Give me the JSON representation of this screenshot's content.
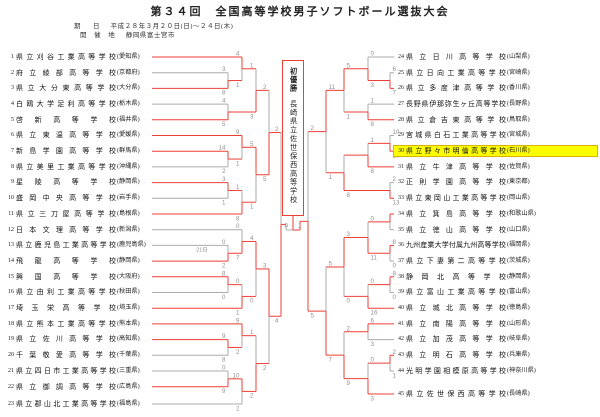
{
  "title": "第３４回　全国高等学校男子ソフトボール選抜大会",
  "meta": {
    "date_label": "期　日",
    "date_value": "平成２８年３月２０日(日)～２４日(木)",
    "venue_label": "開 催 地",
    "venue_value": "静岡県富士宮市"
  },
  "champion": {
    "result_label": "初優勝",
    "school": "長崎県立佐世保西高等学校"
  },
  "colors": {
    "line": "#ababab",
    "winner_path": "#ee3f35",
    "highlight": "#ffff00",
    "score_text": "#8f8f8f",
    "note_text": "#8f8f8f"
  },
  "teams": [
    {
      "seed": "1",
      "name": "県立刈谷工業高等学校",
      "pref": "(愛知県)",
      "highlighted": false
    },
    {
      "seed": "2",
      "name": "府立綾部高等学校",
      "pref": "(京都府)",
      "highlighted": false
    },
    {
      "seed": "3",
      "name": "県立大分東高等学校",
      "pref": "(大分県)",
      "highlighted": false
    },
    {
      "seed": "4",
      "name": "白鴎大学足利高等学校",
      "pref": "(栃木県)",
      "highlighted": false
    },
    {
      "seed": "5",
      "name": "啓新高等学校",
      "pref": "(福井県)",
      "highlighted": false
    },
    {
      "seed": "6",
      "name": "県立東温高等学校",
      "pref": "(愛媛県)",
      "highlighted": false
    },
    {
      "seed": "7",
      "name": "新島学園高等学校",
      "pref": "(群馬県)",
      "highlighted": false
    },
    {
      "seed": "8",
      "name": "県立美里工業高等学校",
      "pref": "(沖縄県)",
      "highlighted": false
    },
    {
      "seed": "9",
      "name": "星陵高等学校",
      "pref": "(静岡県)",
      "highlighted": false
    },
    {
      "seed": "10",
      "name": "盛岡中央高等学校",
      "pref": "(岩手県)",
      "highlighted": false
    },
    {
      "seed": "11",
      "name": "県立三刀屋高等学校",
      "pref": "(島根県)",
      "highlighted": false
    },
    {
      "seed": "12",
      "name": "日本文理高等学校",
      "pref": "(新潟県)",
      "highlighted": false
    },
    {
      "seed": "13",
      "name": "県立鹿児島工業高等学校",
      "pref": "(鹿児島県)",
      "highlighted": false
    },
    {
      "seed": "14",
      "name": "飛龍高等学校",
      "pref": "(静岡県)",
      "highlighted": false
    },
    {
      "seed": "15",
      "name": "興国高等学校",
      "pref": "(大阪府)",
      "highlighted": false
    },
    {
      "seed": "16",
      "name": "県立由利工業高等学校",
      "pref": "(秋田県)",
      "highlighted": false
    },
    {
      "seed": "17",
      "name": "埼玉栄高等学校",
      "pref": "(埼玉県)",
      "highlighted": false
    },
    {
      "seed": "18",
      "name": "県立熊本工業高等学校",
      "pref": "(熊本県)",
      "highlighted": false
    },
    {
      "seed": "19",
      "name": "県立佐川高等学校",
      "pref": "(高知県)",
      "highlighted": false
    },
    {
      "seed": "20",
      "name": "千葉敬愛高等学校",
      "pref": "(千葉県)",
      "highlighted": false
    },
    {
      "seed": "21",
      "name": "県立四日市工業高等学校",
      "pref": "(三重県)",
      "highlighted": false
    },
    {
      "seed": "22",
      "name": "県立御調高等学校",
      "pref": "(広島県)",
      "highlighted": false
    },
    {
      "seed": "23",
      "name": "県立郡山北工業高等学校",
      "pref": "(福島県)",
      "highlighted": false
    },
    {
      "seed": "24",
      "name": "県立日川高等学校",
      "pref": "(山梨県)",
      "highlighted": false
    },
    {
      "seed": "25",
      "name": "県立日向工業高等学校",
      "pref": "(宮崎県)",
      "highlighted": false
    },
    {
      "seed": "26",
      "name": "県立多度津高等学校",
      "pref": "(香川県)",
      "highlighted": false
    },
    {
      "seed": "27",
      "name": "長野県伊那弥生ヶ丘高等学校",
      "pref": "(長野県)",
      "highlighted": false
    },
    {
      "seed": "28",
      "name": "県立倉吉東高等学校",
      "pref": "(鳥取県)",
      "highlighted": false
    },
    {
      "seed": "29",
      "name": "宮城県白石工業高等学校",
      "pref": "(宮城県)",
      "highlighted": false
    },
    {
      "seed": "30",
      "name": "県立野々市明倫高等学校",
      "pref": "(石川県)",
      "highlighted": true
    },
    {
      "seed": "31",
      "name": "県立牛津高等学校",
      "pref": "(佐賀県)",
      "highlighted": false
    },
    {
      "seed": "32",
      "name": "正則学園高等学校",
      "pref": "(東京都)",
      "highlighted": false
    },
    {
      "seed": "33",
      "name": "県立東岡山工業高等学校",
      "pref": "(岡山県)",
      "highlighted": false
    },
    {
      "seed": "34",
      "name": "県立箕島高等学校",
      "pref": "(和歌山県)",
      "highlighted": false
    },
    {
      "seed": "35",
      "name": "県立徳山高等学校",
      "pref": "(山口県)",
      "highlighted": false
    },
    {
      "seed": "36",
      "name": "九州産業大学付属九州高等学校",
      "pref": "(福岡県)",
      "highlighted": false
    },
    {
      "seed": "37",
      "name": "県立下妻第二高等学校",
      "pref": "(茨城県)",
      "highlighted": false
    },
    {
      "seed": "38",
      "name": "静岡北高等学校",
      "pref": "(静岡県)",
      "highlighted": false
    },
    {
      "seed": "39",
      "name": "県立富山工業高等学校",
      "pref": "(富山県)",
      "highlighted": false
    },
    {
      "seed": "40",
      "name": "県立城北高等学校",
      "pref": "(徳島県)",
      "highlighted": false
    },
    {
      "seed": "41",
      "name": "県立南陽高等学校",
      "pref": "(山形県)",
      "highlighted": false
    },
    {
      "seed": "42",
      "name": "県立加茂高等学校",
      "pref": "(岐阜県)",
      "highlighted": false
    },
    {
      "seed": "43",
      "name": "県立明石高等学校",
      "pref": "(兵庫県)",
      "highlighted": false
    },
    {
      "seed": "44",
      "name": "光明学園相模原高等学校",
      "pref": "(神奈川県)",
      "highlighted": false
    },
    {
      "seed": "45",
      "name": "県立佐世保西高等学校",
      "pref": "(長崎県)",
      "highlighted": false
    }
  ],
  "matches": [
    {
      "id": "L1",
      "side": "L",
      "round": "r1",
      "top": "t2",
      "bottom": "t3",
      "s_top": "3",
      "s_bottom": "8",
      "winner": "bottom"
    },
    {
      "id": "L2",
      "side": "L",
      "round": "r1",
      "top": "t4",
      "bottom": "t5",
      "s_top": "4",
      "s_bottom": "5",
      "winner": "bottom"
    },
    {
      "id": "L3",
      "side": "L",
      "round": "r1",
      "top": "t7",
      "bottom": "t8",
      "s_top": "14",
      "s_bottom": "2",
      "winner": "top"
    },
    {
      "id": "L4",
      "side": "L",
      "round": "r1",
      "top": "t9",
      "bottom": "t10",
      "s_top": "3",
      "s_bottom": "1",
      "winner": "top"
    },
    {
      "id": "L5",
      "side": "L",
      "round": "r1",
      "top": "t13",
      "bottom": "t14",
      "s_top": "0",
      "s_bottom": "2",
      "winner": "bottom",
      "note": "21日"
    },
    {
      "id": "L6",
      "side": "L",
      "round": "r1",
      "top": "t15",
      "bottom": "t16",
      "s_top": "8",
      "s_bottom": "0",
      "winner": "top"
    },
    {
      "id": "L7",
      "side": "L",
      "round": "r1",
      "top": "t19",
      "bottom": "t20",
      "s_top": "9",
      "s_bottom": "8",
      "winner": "top"
    },
    {
      "id": "L8",
      "side": "L",
      "round": "r1",
      "top": "t21",
      "bottom": "t22",
      "s_top": "0",
      "s_bottom": "9",
      "winner": "bottom"
    },
    {
      "id": "L9",
      "side": "L",
      "round": "r2",
      "top": "t1",
      "bottom": "L1",
      "s_top": "4",
      "s_bottom": "1",
      "winner": "top"
    },
    {
      "id": "L10",
      "side": "L",
      "round": "r2",
      "top": "t6",
      "bottom": "L3",
      "s_top": "9",
      "s_bottom": "1",
      "winner": "top"
    },
    {
      "id": "L11",
      "side": "L",
      "round": "r2",
      "top": "L4",
      "bottom": "t11",
      "s_top": "1",
      "s_bottom": "8",
      "winner": "bottom"
    },
    {
      "id": "L12",
      "side": "L",
      "round": "r2",
      "top": "t12",
      "bottom": "L5",
      "s_top": "0",
      "s_bottom": "7",
      "winner": "bottom"
    },
    {
      "id": "L13",
      "side": "L",
      "round": "r2",
      "top": "L6",
      "bottom": "t17",
      "s_top": "0",
      "s_bottom": "1",
      "winner": "bottom"
    },
    {
      "id": "L14",
      "side": "L",
      "round": "r2",
      "top": "t18",
      "bottom": "L7",
      "s_top": "9",
      "s_bottom": "2",
      "winner": "top"
    },
    {
      "id": "L15",
      "side": "L",
      "round": "r2",
      "top": "L8",
      "bottom": "t23",
      "s_top": "10",
      "s_bottom": "2",
      "winner": "top"
    },
    {
      "id": "L16",
      "side": "L",
      "round": "qf",
      "top": "L9",
      "bottom": "L2",
      "s_top": "1",
      "s_bottom": "3",
      "winner": "bottom"
    },
    {
      "id": "L17",
      "side": "L",
      "round": "qf",
      "top": "L10",
      "bottom": "L11",
      "s_top": "5",
      "s_bottom": "1",
      "winner": "top"
    },
    {
      "id": "L18",
      "side": "L",
      "round": "qf",
      "top": "L12",
      "bottom": "L13",
      "s_top": "4",
      "s_bottom": "0",
      "winner": "top"
    },
    {
      "id": "L19",
      "side": "L",
      "round": "qf",
      "top": "L14",
      "bottom": "L15",
      "s_top": "1",
      "s_bottom": "2",
      "winner": "bottom"
    },
    {
      "id": "L20",
      "side": "L",
      "round": "sf",
      "top": "L16",
      "bottom": "L17",
      "s_top": "2",
      "s_bottom": "5",
      "winner": "bottom"
    },
    {
      "id": "L21",
      "side": "L",
      "round": "sf",
      "top": "L18",
      "bottom": "L19",
      "s_top": "3",
      "s_bottom": "2",
      "winner": "top"
    },
    {
      "id": "L22",
      "side": "L",
      "round": "hf",
      "top": "L20",
      "bottom": "L21",
      "s_top": "2",
      "s_bottom": "4",
      "winner": "bottom"
    },
    {
      "id": "M1",
      "side": "R",
      "round": "r1",
      "top": "t25",
      "bottom": "t26",
      "s_top": "6",
      "s_bottom": "7",
      "winner": "bottom"
    },
    {
      "id": "M2",
      "side": "R",
      "round": "r1",
      "top": "t29",
      "bottom": "t30",
      "s_top": "10",
      "s_bottom": "16",
      "winner": "bottom"
    },
    {
      "id": "M3",
      "side": "R",
      "round": "r1",
      "top": "t32",
      "bottom": "t33",
      "s_top": "2",
      "s_bottom": "13",
      "winner": "bottom"
    },
    {
      "id": "M4",
      "side": "R",
      "round": "r1",
      "top": "t34",
      "bottom": "t35",
      "s_top": "",
      "s_bottom": "",
      "winner": "top"
    },
    {
      "id": "M5",
      "side": "R",
      "round": "r1",
      "top": "t36",
      "bottom": "t37",
      "s_top": "8",
      "s_bottom": "0",
      "winner": "top"
    },
    {
      "id": "M6",
      "side": "R",
      "round": "r1",
      "top": "t38",
      "bottom": "t39",
      "s_top": "8",
      "s_bottom": "0",
      "winner": "top"
    },
    {
      "id": "M7",
      "side": "R",
      "round": "r1",
      "top": "t43",
      "bottom": "t44",
      "s_top": "2",
      "s_bottom": "1",
      "winner": "top"
    },
    {
      "id": "R9",
      "side": "R",
      "round": "r2",
      "top": "t24",
      "bottom": "M1",
      "s_top": "0",
      "s_bottom": "3",
      "winner": "bottom"
    },
    {
      "id": "R10",
      "side": "R",
      "round": "r2",
      "top": "t27",
      "bottom": "t28",
      "s_top": "1",
      "s_bottom": "8",
      "winner": "bottom"
    },
    {
      "id": "R11",
      "side": "R",
      "round": "r2",
      "top": "M2",
      "bottom": "t31",
      "s_top": "1",
      "s_bottom": "8",
      "winner": "bottom"
    },
    {
      "id": "R12",
      "side": "R",
      "round": "r2",
      "top": "M4",
      "bottom": "M5",
      "s_top": "0",
      "s_bottom": "11",
      "winner": "bottom"
    },
    {
      "id": "R13",
      "side": "R",
      "round": "r2",
      "top": "M6",
      "bottom": "t40",
      "s_top": "0",
      "s_bottom": "16",
      "winner": "bottom"
    },
    {
      "id": "R14",
      "side": "R",
      "round": "r2",
      "top": "t41",
      "bottom": "t42",
      "s_top": "6",
      "s_bottom": "3",
      "winner": "top"
    },
    {
      "id": "R15",
      "side": "R",
      "round": "r2",
      "top": "M7",
      "bottom": "t45",
      "s_top": "0",
      "s_bottom": "3",
      "winner": "bottom"
    },
    {
      "id": "R16",
      "side": "R",
      "round": "qf",
      "top": "R9",
      "bottom": "R10",
      "s_top": "5",
      "s_bottom": "1",
      "winner": "top"
    },
    {
      "id": "R17",
      "side": "R",
      "round": "qf",
      "top": "R11",
      "bottom": "M3",
      "s_top": "",
      "s_bottom": "8",
      "winner": "bottom"
    },
    {
      "id": "R18",
      "side": "R",
      "round": "qf",
      "top": "R12",
      "bottom": "R13",
      "s_top": "3",
      "s_bottom": "0",
      "winner": "top"
    },
    {
      "id": "R19",
      "side": "R",
      "round": "qf",
      "top": "R14",
      "bottom": "R15",
      "s_top": "2",
      "s_bottom": "9",
      "winner": "bottom"
    },
    {
      "id": "R20",
      "side": "R",
      "round": "sf",
      "top": "R16",
      "bottom": "R17",
      "s_top": "11",
      "s_bottom": "1",
      "winner": "top"
    },
    {
      "id": "R21",
      "side": "R",
      "round": "sf",
      "top": "R18",
      "bottom": "R19",
      "s_top": "5",
      "s_bottom": "7",
      "winner": "bottom"
    },
    {
      "id": "R22",
      "side": "R",
      "round": "hf",
      "top": "R20",
      "bottom": "R21",
      "s_top": "2",
      "s_bottom": "5",
      "winner": "bottom"
    }
  ],
  "final": {
    "s_left": "0",
    "s_right": "1",
    "winner": "right"
  }
}
